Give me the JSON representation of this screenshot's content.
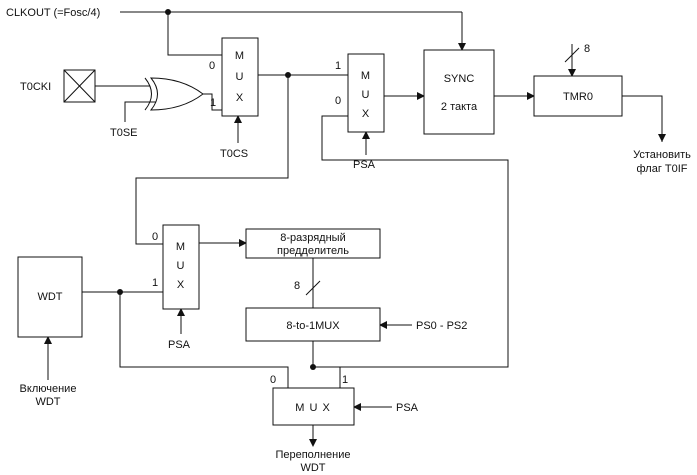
{
  "signals": {
    "clkout": "CLKOUT (=Fosc/4)",
    "t0cki": "T0CKI",
    "t0se": "T0SE",
    "t0cs": "T0CS",
    "psa_top": "PSA",
    "psa_left": "PSA",
    "psa_bottom": "PSA",
    "ps": "PS0 - PS2",
    "bus_top": "8",
    "bus_mid": "8",
    "set_flag_1": "Установить",
    "set_flag_2": "флаг T0IF",
    "wdt_on_1": "Включение",
    "wdt_on_2": "WDT",
    "ovf_1": "Переполнение",
    "ovf_2": "WDT"
  },
  "blocks": {
    "mux_label": [
      "M",
      "U",
      "X"
    ],
    "mux_bottom": "M U X",
    "sync_1": "SYNC",
    "sync_2": "2 такта",
    "tmr0": "TMR0",
    "wdt": "WDT",
    "prescaler_1": "8-разрядный",
    "prescaler_2": "предделитель",
    "mux8": "8-to-1MUX"
  },
  "inputs": {
    "zero": "0",
    "one": "1"
  }
}
